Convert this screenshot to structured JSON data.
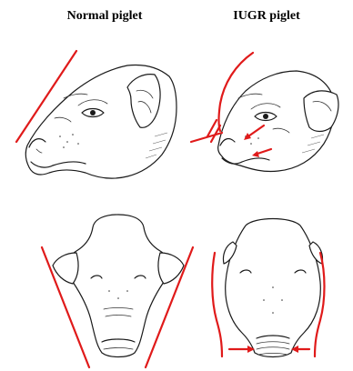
{
  "labels": {
    "normal": "Normal piglet",
    "iugr": "IUGR piglet"
  },
  "colors": {
    "annotation": "#e01a1a",
    "ink": "#1a1a1a",
    "background": "#ffffff"
  },
  "panels": [
    {
      "id": "normal-side",
      "view": "lateral head",
      "group": "Normal piglet"
    },
    {
      "id": "iugr-side",
      "view": "lateral head",
      "group": "IUGR piglet"
    },
    {
      "id": "normal-top",
      "view": "dorsal head",
      "group": "Normal piglet"
    },
    {
      "id": "iugr-top",
      "view": "dorsal head",
      "group": "IUGR piglet"
    }
  ]
}
